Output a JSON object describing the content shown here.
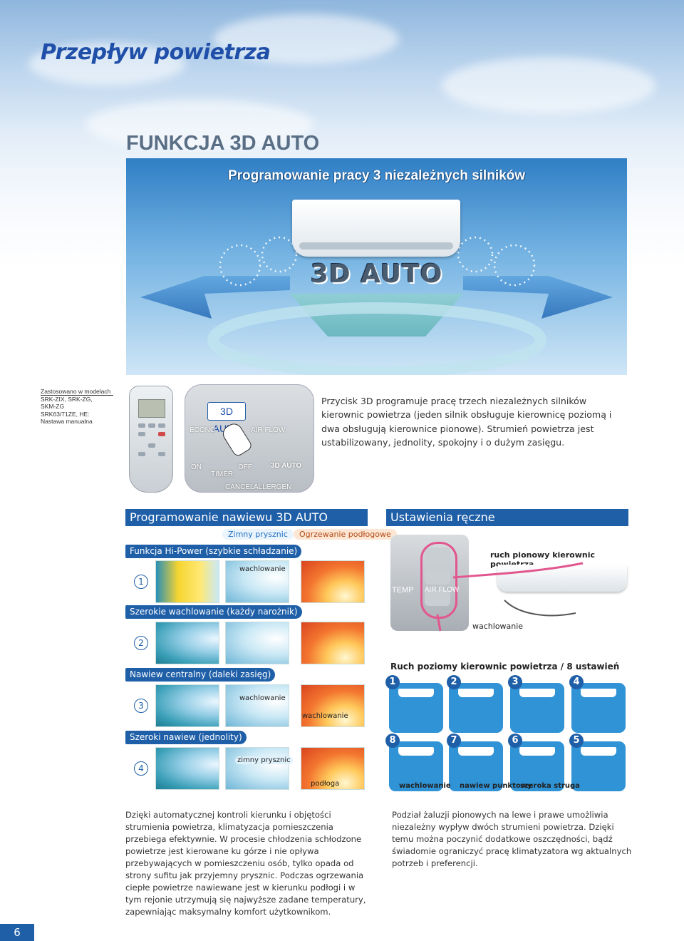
{
  "page_title": "Przepływ powietrza",
  "section_title": "FUNKCJA 3D AUTO",
  "hero": {
    "subtitle": "Programowanie pracy 3 niezależnych silników",
    "badge": "3D AUTO"
  },
  "models": {
    "label": "Zastosowano w modelach",
    "lines": [
      "SRK-ZIX, SRK-ZG,",
      "SKM-ZG",
      "SRK63/71ZE, HE:",
      "Nastawa manualna"
    ]
  },
  "remote_zoom": {
    "button_3d": "3D AUTO",
    "econo": "ECONO",
    "air_flow": "AIR FLOW",
    "on": "ON",
    "off": "OFF",
    "timer": "TIMER",
    "cancel": "CANCEL",
    "allergen": "ALLERGEN",
    "btn_3d_small": "3D AUTO"
  },
  "description": "Przycisk 3D programuje pracę trzech niezależnych silników kierownic powietrza (jeden silnik obsługuje kierownicę poziomą i dwa obsługują kierownice pionowe). Strumień powietrza jest ustabilizowany, jednolity, spokojny i o dużym zasięgu.",
  "program": {
    "header": "Programowanie nawiewu 3D AUTO",
    "chip_cool": "Zimny prysznic",
    "chip_heat": "Ogrzewanie podłogowe",
    "rows": [
      {
        "num": "1",
        "title": "Funkcja Hi-Power (szybkie schładzanie)",
        "mid_label": "wachlowanie",
        "heat_label": ""
      },
      {
        "num": "2",
        "title": "Szerokie wachlowanie (każdy narożnik)",
        "mid_label": "",
        "heat_label": ""
      },
      {
        "num": "3",
        "title": "Nawiew centralny (daleki zasięg)",
        "mid_label": "wachlowanie",
        "heat_label": "wachlowanie"
      },
      {
        "num": "4",
        "title": "Szeroki nawiew (jednolity)",
        "mid_label": "zimny prysznic",
        "heat_label": "podłoga"
      }
    ]
  },
  "manual": {
    "header": "Ustawienia ręczne",
    "vertical_label": "ruch pionowy kierownic powietrza",
    "swing_label": "wachlowanie",
    "temp": "TEMP",
    "air_flow": "AIR FLOW",
    "horizontal_title": "Ruch poziomy kierownic powietrza / 8 ustawień",
    "top_nums": [
      "1",
      "2",
      "3",
      "4"
    ],
    "bottom_nums": [
      "8",
      "7",
      "6",
      "5"
    ],
    "bottom_labels": [
      "wachlowanie",
      "nawiew punktowy",
      "szeroka struga"
    ]
  },
  "col1": "Dzięki automatycznej kontroli kierunku i objętości strumienia powietrza, klimatyzacja pomieszczenia przebiega efektywnie. W procesie chłodzenia schłodzone powietrze jest kierowane ku górze i nie opływa przebywających w pomieszczeniu osób, tylko opada od strony sufitu jak przyjemny prysznic. Podczas ogrzewania ciepłe powietrze nawiewane jest w kierunku podłogi i w tym rejonie utrzymują się najwyższe zadane temperatury, zapewniając maksymalny komfort użytkownikom.",
  "col2": "Podział żaluzji pionowych na lewe i prawe umożliwia niezależny wypływ dwóch strumieni powietrza. Dzięki temu można poczynić dodatkowe oszczędności, bądź świadomie ograniczyć pracę klimatyzatora wg aktualnych potrzeb i preferencji.",
  "page_number": "6",
  "colors": {
    "brand_blue": "#1f5fa8",
    "title_blue": "#1f4fa8",
    "heat_orange": "#f3752f",
    "arrow_pink": "#e2568f"
  }
}
